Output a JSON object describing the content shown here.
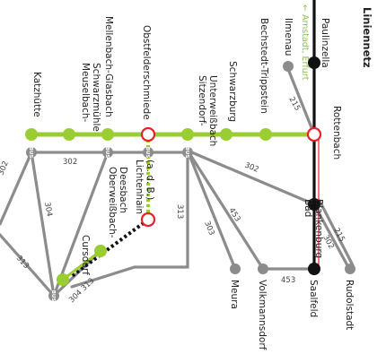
{
  "title": "Liniennetz",
  "direction_label": "← Arnstadt, Erfurt",
  "bus_glyph": "BUS",
  "stations": {
    "paulinzella": "Paulinzella",
    "ilmenau": "Ilmenau",
    "bechstedt": "Bechstedt-Trippstein",
    "rottenbach": "Rottenbach",
    "schwarzburg": "Schwarzburg",
    "sitzendorf": "Sitzendorf-\nUnterweißbach",
    "obstfelderschmiede": "Obstfelderschmiede",
    "mellenbach": "Mellenbach-Glasbach",
    "meuselbach": "Meuselbach-\nSchwarzmühle",
    "katzhuette": "Katzhütte",
    "lichtenhain": "Lichtenhain\n(a. d. B.)",
    "oberweissbach": "Oberweißbach-\nDeesbach",
    "cursdorf": "Cursdorf",
    "bad_blankenburg": "Bad\nBlankenburg",
    "saalfeld": "Saalfeld",
    "rudolstadt": "Rudolstadt",
    "volkmannsdorf": "Volkmannsdorf",
    "meura": "Meura"
  },
  "bus_routes": {
    "r215_top": "215",
    "r302_mid": "302",
    "r302_right": "302",
    "r313": "313",
    "r303": "303",
    "r453_diag": "453",
    "r453_bottom": "453",
    "r215_right": "215",
    "r302_rudol": "302",
    "r304": "304",
    "r304_313": "304  313",
    "r302_left": "302",
    "r313_left": "313"
  },
  "colors": {
    "rail_green": "#9acd32",
    "rail_dark": "#111111",
    "bus_grey": "#8c8c8c",
    "station_red": "#e8202a",
    "funicular_dots": "#111111"
  }
}
